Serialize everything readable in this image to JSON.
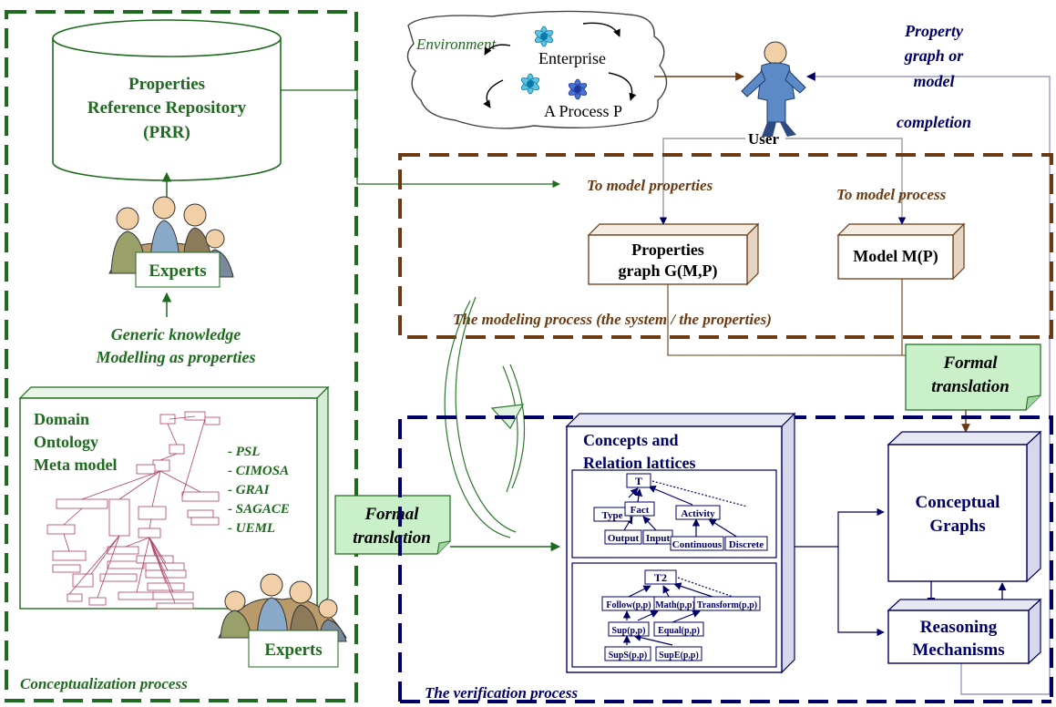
{
  "colors": {
    "green": "#1e6a1e",
    "green_fill": "#c9f0c9",
    "brown": "#6b3a12",
    "navy": "#000066",
    "concept_red": "#b04060"
  },
  "conceptualization": {
    "repository": {
      "line1": "Properties",
      "line2": "Reference Repository",
      "line3": "(PRR)"
    },
    "experts_top": "Experts",
    "generic_knowledge_1": "Generic knowledge",
    "generic_knowledge_2": "Modelling as properties",
    "domain": {
      "line1": "Domain",
      "line2": "Ontology",
      "line3": "Meta model"
    },
    "languages": [
      "- PSL",
      "- CIMOSA",
      "- GRAI",
      "- SAGACE",
      "- UEML"
    ],
    "experts_bottom": "Experts",
    "formal_translation_left_1": "Formal",
    "formal_translation_left_2": "translation",
    "process_label": "Conceptualization process"
  },
  "environment": {
    "environment_label": "Environment",
    "enterprise_label": "Enterprise",
    "process_label": "A Process P",
    "user_label": "User"
  },
  "feedback": {
    "line1": "Property",
    "line2": "graph or",
    "line3": "model",
    "line4": "completion"
  },
  "modeling": {
    "to_model_properties": "To model properties",
    "to_model_process": "To model process",
    "properties_graph_1": "Properties",
    "properties_graph_2": "graph G(M,P)",
    "model_box": "Model M(P)",
    "process_label": "The modeling process (the system  / the properties)",
    "formal_translation_right_1": "Formal",
    "formal_translation_right_2": "translation"
  },
  "verification": {
    "lattice_title_1": "Concepts and",
    "lattice_title_2": "Relation lattices",
    "lattice1": {
      "root": "T",
      "nodes": [
        "Type",
        "Fact",
        "Output",
        "Input",
        "Activity",
        "Continuous",
        "Discrete"
      ]
    },
    "lattice2": {
      "root": "T2",
      "nodes": [
        "Follow(p,p)",
        "Math(p,p)",
        "Transform(p,p)",
        "Sup(p,p)",
        "Equal(p,p)",
        "SupS(p,p)",
        "SupE(p,p)"
      ]
    },
    "conceptual_graphs_1": "Conceptual",
    "conceptual_graphs_2": "Graphs",
    "reasoning_1": "Reasoning",
    "reasoning_2": "Mechanisms",
    "process_label": "The verification process"
  }
}
